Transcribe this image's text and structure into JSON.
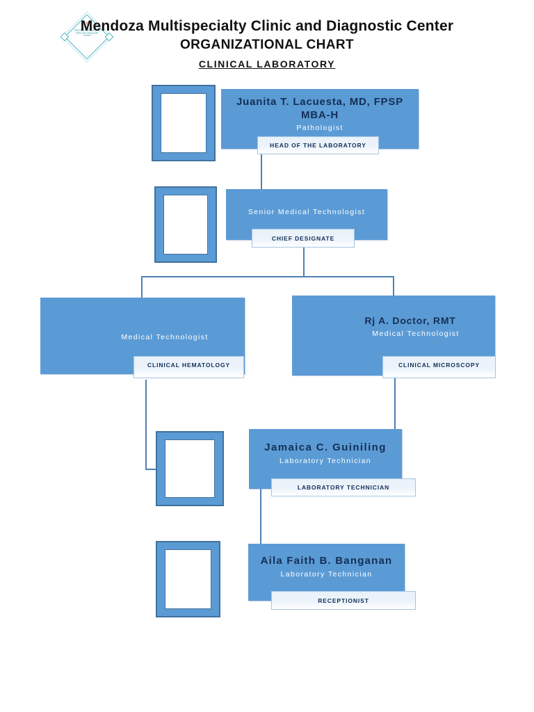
{
  "header": {
    "title_line1": "Mendoza Multispecialty Clinic and Diagnostic Center",
    "title_line2": "ORGANIZATIONAL CHART",
    "subtitle": "CLINICAL LABORATORY"
  },
  "logo": {
    "text": "Mendoza Multispecialty Clinic and Diagnostic Center",
    "mark": "⚕"
  },
  "colors": {
    "box_blue": "#5b9bd5",
    "box_border": "#41719c",
    "name_text": "#142f55",
    "role_text": "#ffffff",
    "plate_bg": "#edf3fb",
    "plate_border": "#a3c4e4",
    "connector": "#4f80b2",
    "logo_teal": "#49b4c0"
  },
  "nodes": {
    "head": {
      "name": "Juanita T. Lacuesta, MD, FPSP MBA-H",
      "role": "Pathologist",
      "label": "HEAD OF THE LABORATORY"
    },
    "chief": {
      "role": "Senior Medical Technologist",
      "label": "CHIEF DESIGNATE"
    },
    "hematology": {
      "role": "Medical Technologist",
      "label": "CLINICAL HEMATOLOGY"
    },
    "microscopy": {
      "name": "Rj A. Doctor, RMT",
      "role": "Medical Technologist",
      "label": "CLINICAL MICROSCOPY"
    },
    "labtech": {
      "name": "Jamaica C. Guiniling",
      "role": "Laboratory Technician",
      "label": "LABORATORY TECHNICIAN"
    },
    "receptionist": {
      "name": "Aila Faith B. Banganan",
      "role": "Laboratory Technician",
      "label": "RECEPTIONIST"
    }
  }
}
